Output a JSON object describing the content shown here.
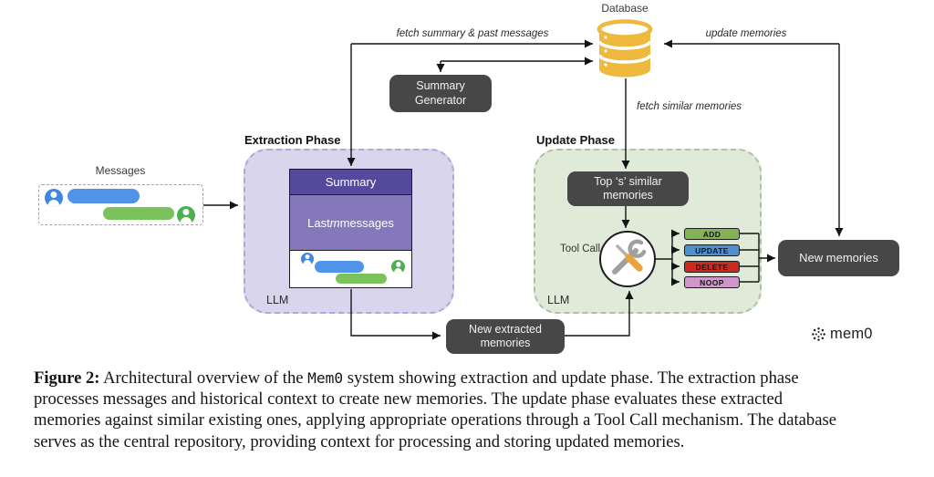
{
  "colors": {
    "dark_box": "#474747",
    "panel_purple": "#d9d5ec",
    "panel_purple_border": "#b1a7d6",
    "panel_green": "#e0ead9",
    "panel_green_border": "#adc2a2",
    "summary_header": "#55499c",
    "last_m_bg": "#8478bb",
    "db_gold": "#efb93d",
    "bubble_blue": "#4f94e8",
    "bubble_green": "#7cc25c",
    "avatar_blue": "#3f87e0",
    "avatar_green": "#4caf50"
  },
  "diagram": {
    "database_label": "Database",
    "edges": {
      "fetch_summary": "fetch summary & past messages",
      "update_memories": "update memories",
      "fetch_similar": "fetch similar memories"
    },
    "summary_generator_label": "Summary Generator",
    "messages_label": "Messages",
    "extraction": {
      "title": "Extraction Phase",
      "llm_label": "LLM",
      "card": {
        "summary": "Summary",
        "last_m_pre": "Last ",
        "last_m_italic": "m",
        "last_m_post": " messages"
      }
    },
    "update": {
      "title": "Update Phase",
      "llm_label": "LLM",
      "top_s_label": "Top ‘s’ similar memories",
      "tool_call_label": "Tool Call",
      "operations": [
        {
          "label": "ADD",
          "color": "#85b257"
        },
        {
          "label": "UPDATE",
          "color": "#4e8fd0"
        },
        {
          "label": "DELETE",
          "color": "#cd2a1e"
        },
        {
          "label": "NOOP",
          "color": "#cf97c9"
        }
      ]
    },
    "new_extracted_label": "New extracted memories",
    "new_memories_label": "New memories",
    "logo_text": "mem0"
  },
  "caption": {
    "figure_label": "Figure 2:",
    "line1_pre": " Architectural overview of the ",
    "line1_mono": "Mem0",
    "line1_post": " system showing extraction and update phase. The extraction phase",
    "line2": "processes messages and historical context to create new memories. The update phase evaluates these extracted",
    "line3": "memories against similar existing ones, applying appropriate operations through a Tool Call mechanism. The database",
    "line4": "serves as the central repository, providing context for processing and storing updated memories."
  }
}
